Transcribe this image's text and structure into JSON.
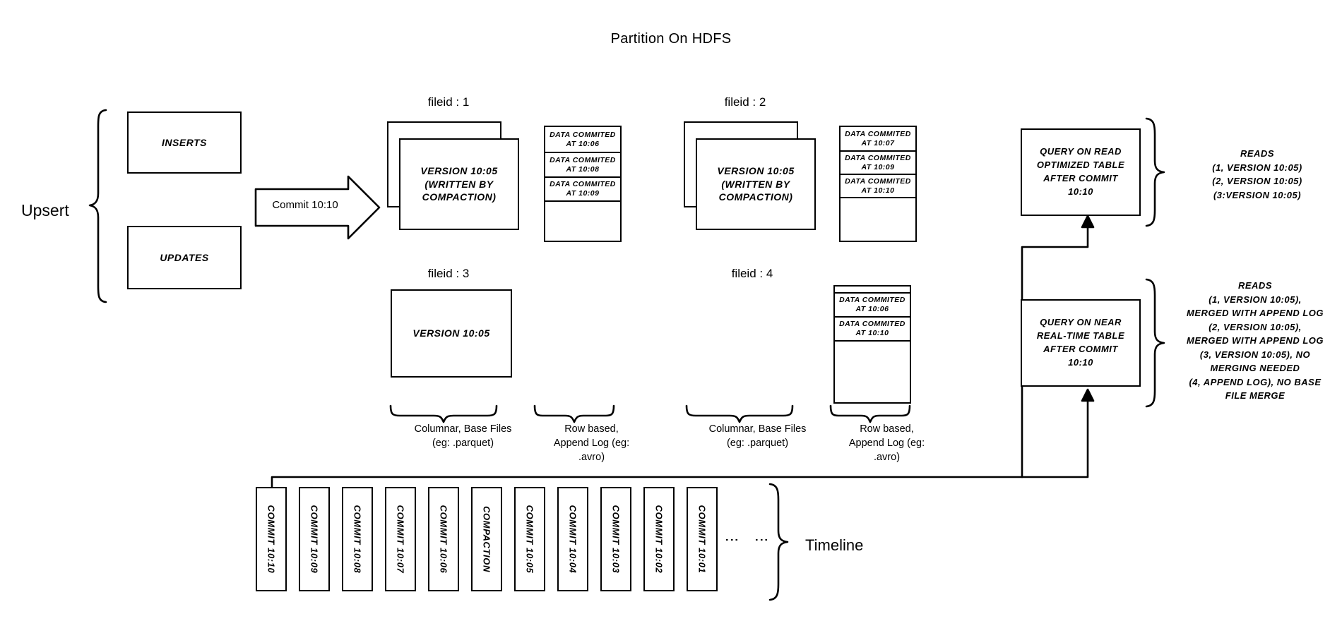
{
  "title": "Partition On HDFS",
  "left": {
    "upsert_label": "Upsert",
    "inserts_label": "INSERTS",
    "updates_label": "UPDATES",
    "commit_arrow_label": "Commit 10:10"
  },
  "filegroups": [
    {
      "caption": "fileid : 1",
      "base_file": "VERSION 10:05\n(WRITTEN BY\nCOMPACTION)",
      "base_stacked": true,
      "log_entries": [
        "DATA COMMITED\nAT 10:06",
        "DATA COMMITED\nAT 10:08",
        "DATA COMMITED\nAT 10:09"
      ]
    },
    {
      "caption": "fileid : 2",
      "base_file": "VERSION 10:05\n(WRITTEN BY\nCOMPACTION)",
      "base_stacked": true,
      "log_entries": [
        "DATA COMMITED\nAT 10:07",
        "DATA COMMITED\nAT 10:09",
        "DATA COMMITED\nAT 10:10"
      ]
    },
    {
      "caption": "fileid : 3",
      "base_file": "VERSION 10:05",
      "base_stacked": false,
      "log_entries": []
    },
    {
      "caption": "fileid : 4",
      "base_file": null,
      "base_stacked": false,
      "log_entries": [
        "DATA COMMITED\nAT 10:06",
        "DATA COMMITED\nAT 10:10"
      ]
    }
  ],
  "foot_captions": {
    "columnar_left": "Columnar, Base Files\n(eg: .parquet)",
    "rowlog_left": "Row based,\nAppend Log  (eg:\n.avro)",
    "columnar_right": "Columnar, Base Files\n(eg: .parquet)",
    "rowlog_right": "Row based,\nAppend Log  (eg:\n.avro)"
  },
  "queries": [
    {
      "box_label": "QUERY ON READ\nOPTIMIZED TABLE\nAFTER COMMIT\n10:10",
      "reads_label": "READS\n(1, VERSION 10:05)\n(2, VERSION 10:05)\n(3:VERSION 10:05)"
    },
    {
      "box_label": "QUERY ON NEAR\nREAL-TIME TABLE\nAFTER COMMIT\n10:10",
      "reads_label": "READS\n(1, VERSION 10:05),\nMERGED WITH APPEND LOG\n(2, VERSION 10:05),\nMERGED WITH APPEND LOG\n(3, VERSION 10:05), NO\nMERGING NEEDED\n(4, APPEND LOG), NO BASE\nFILE MERGE"
    }
  ],
  "timeline": {
    "label": "Timeline",
    "dots": [
      "⋮",
      "⋮"
    ],
    "items": [
      "COMMIT 10:10",
      "COMMIT 10:09",
      "COMMIT 10:08",
      "COMMIT 10:07",
      "COMMIT 10:06",
      "COMPACTION",
      "COMMIT 10:05",
      "COMMIT 10:04",
      "COMMIT 10:03",
      "COMMIT 10:02",
      "COMMIT 10:01"
    ]
  },
  "colors": {
    "stroke": "#000000",
    "background": "#ffffff"
  }
}
